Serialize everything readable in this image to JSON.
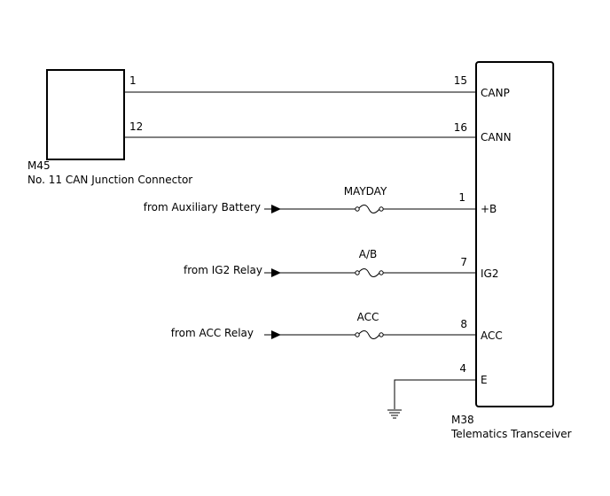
{
  "connector_m45": {
    "code": "M45",
    "name": "No. 11 CAN Junction Connector",
    "pins": [
      "1",
      "12"
    ]
  },
  "transceiver_m38": {
    "code": "M38",
    "name": "Telematics Transceiver",
    "pins": [
      {
        "number": "15",
        "label": "CANP"
      },
      {
        "number": "16",
        "label": "CANN"
      },
      {
        "number": "1",
        "label": "+B"
      },
      {
        "number": "7",
        "label": "IG2"
      },
      {
        "number": "8",
        "label": "ACC"
      },
      {
        "number": "4",
        "label": "E"
      }
    ]
  },
  "sources": [
    {
      "label": "from Auxiliary Battery",
      "fuse": "MAYDAY"
    },
    {
      "label": "from IG2 Relay",
      "fuse": "A/B"
    },
    {
      "label": "from ACC Relay",
      "fuse": "ACC"
    }
  ],
  "ground_icon": "ground-symbol"
}
